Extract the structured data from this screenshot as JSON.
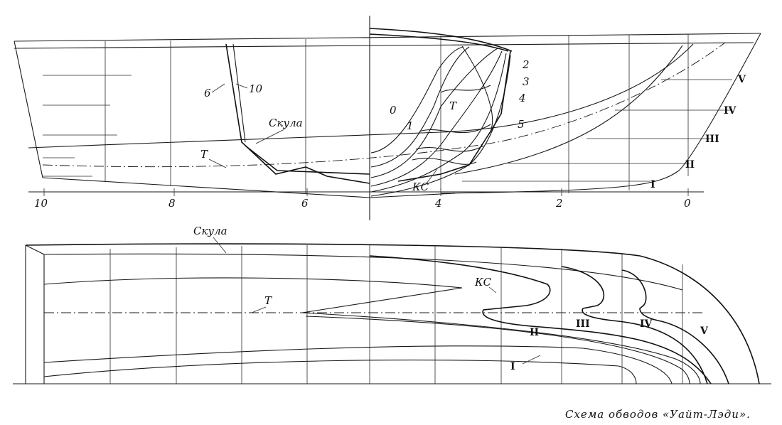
{
  "caption": "Схема обводов «Уайт-Лэди».",
  "labels": {
    "skula_profile": "Скула",
    "skula_plan": "Скула",
    "t_profile": "Т",
    "t_body": "Т",
    "t_plan": "Т",
    "ks_body": "КС",
    "ks_plan": "КС",
    "frame_6": "6",
    "frame_10": "10"
  },
  "body_plan_sections": [
    "0",
    "1",
    "2",
    "3",
    "4",
    "5"
  ],
  "waterlines": [
    "I",
    "II",
    "III",
    "IV",
    "V"
  ],
  "station_ticks": [
    "10",
    "8",
    "6",
    "4",
    "2",
    "0"
  ]
}
